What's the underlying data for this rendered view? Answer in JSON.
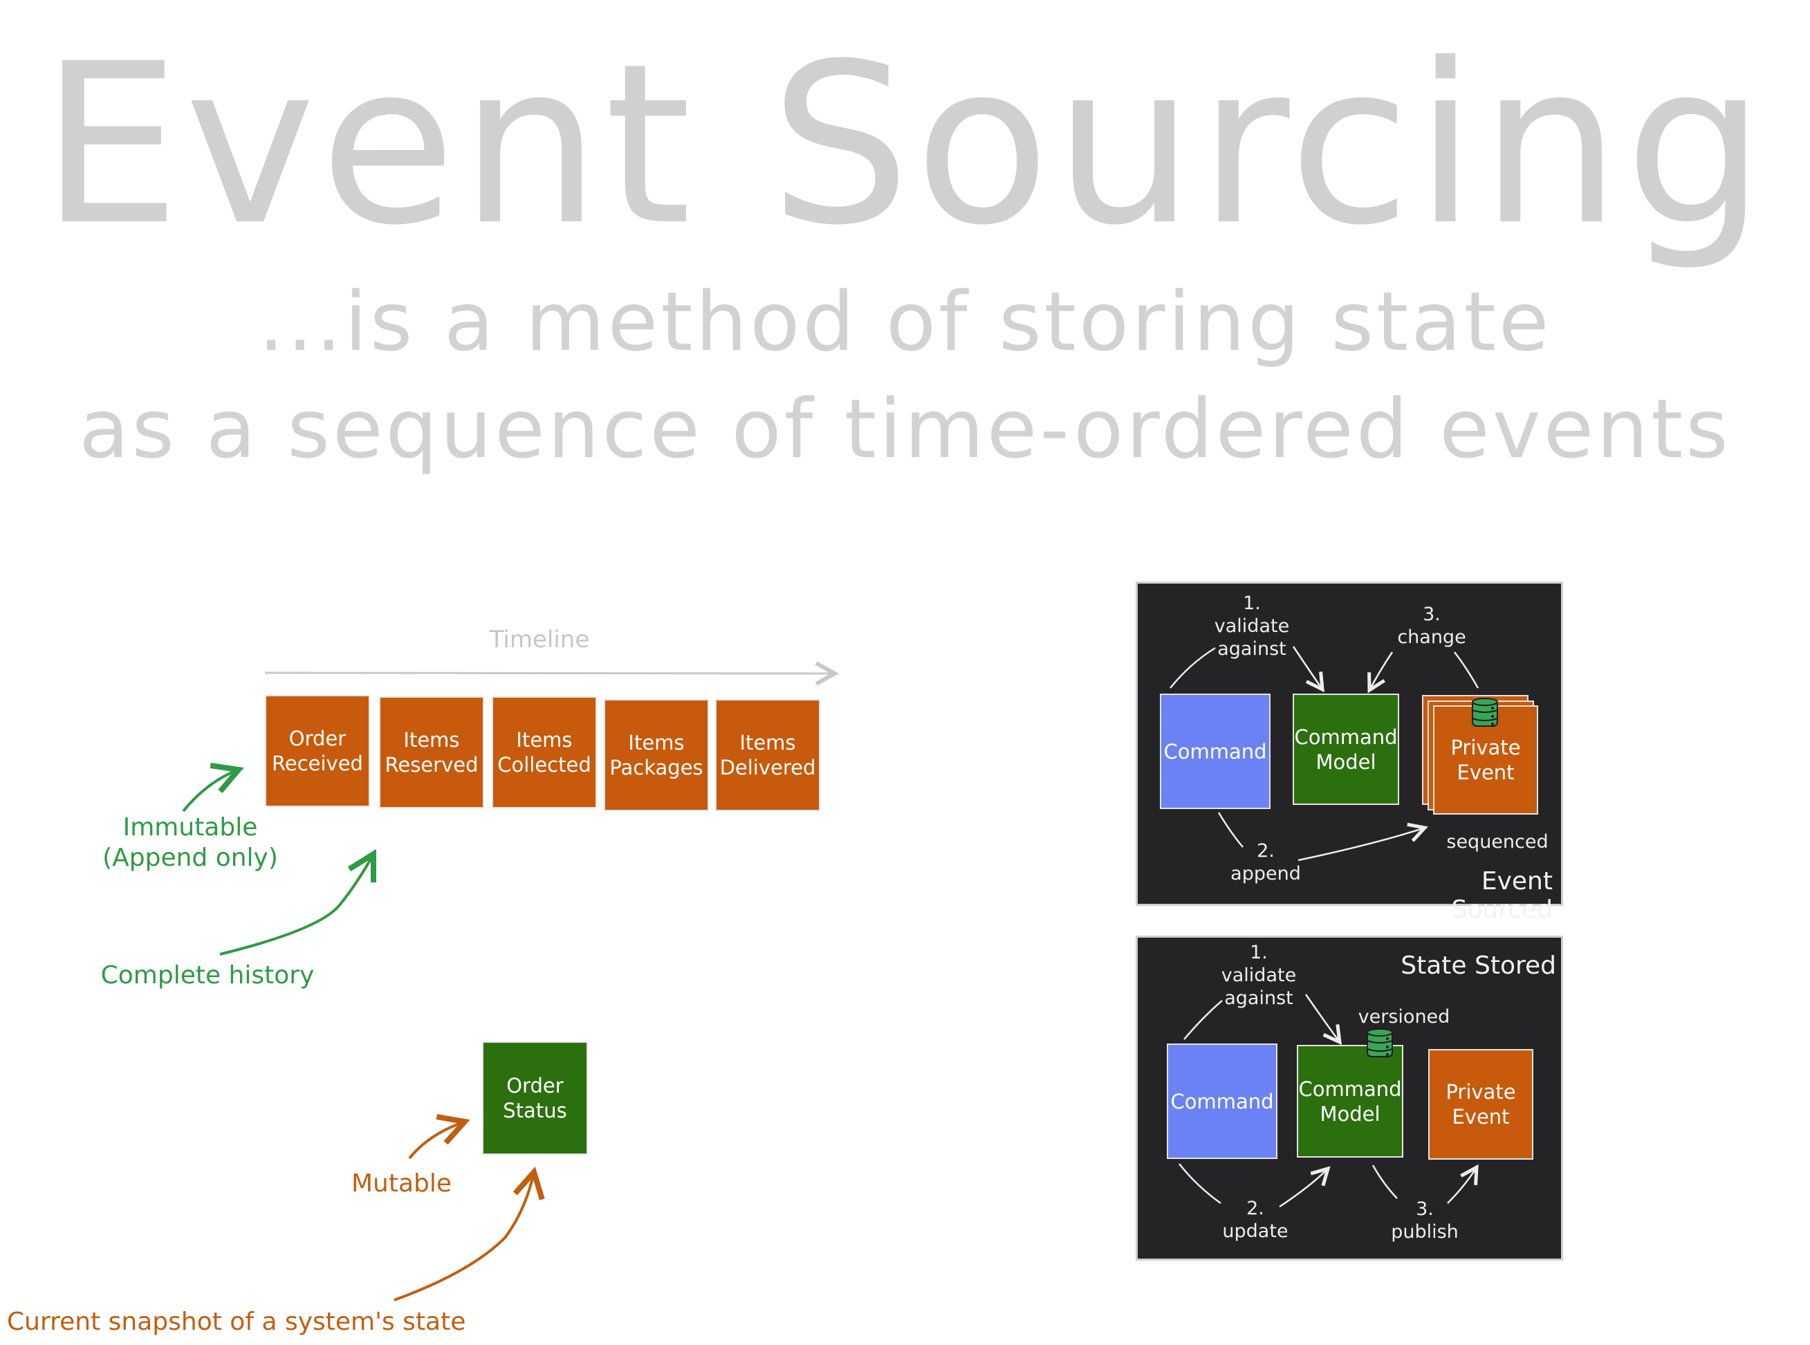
{
  "title": "Event Sourcing",
  "subtitle": {
    "line1": "...is a method of storing state",
    "line2": "as a sequence of time-ordered events"
  },
  "timeline": {
    "label": "Timeline",
    "events": [
      {
        "label": "Order\nReceived"
      },
      {
        "label": "Items\nReserved"
      },
      {
        "label": "Items\nCollected"
      },
      {
        "label": "Items\nPackages"
      },
      {
        "label": "Items\nDelivered"
      }
    ]
  },
  "annotations": {
    "immutable": "Immutable\n(Append only)",
    "complete_history": "Complete history",
    "order_status": "Order\nStatus",
    "mutable": "Mutable",
    "current_snapshot": "Current snapshot of a system's state"
  },
  "event_sourced": {
    "title": "Event Sourced",
    "command": "Command",
    "command_model": "Command\nModel",
    "private_event": "Private\nEvent",
    "step1": "1.\nvalidate\nagainst",
    "step2": "2.\nappend",
    "step3": "3.\nchange",
    "sequenced": "sequenced",
    "database_icon": "database-icon"
  },
  "state_stored": {
    "title": "State Stored",
    "command": "Command",
    "command_model": "Command\nModel",
    "private_event": "Private\nEvent",
    "step1": "1.\nvalidate\nagainst",
    "step2": "2.\nupdate",
    "step3": "3.\npublish",
    "versioned": "versioned",
    "database_icon": "database-icon"
  },
  "colors": {
    "orange": "#c75a0c",
    "green": "#2c6f0f",
    "blue": "#6b82f5",
    "panel": "#242426",
    "note_green": "#2f9a44",
    "note_orange": "#c25e10",
    "title_gray": "#d0d0d0"
  }
}
